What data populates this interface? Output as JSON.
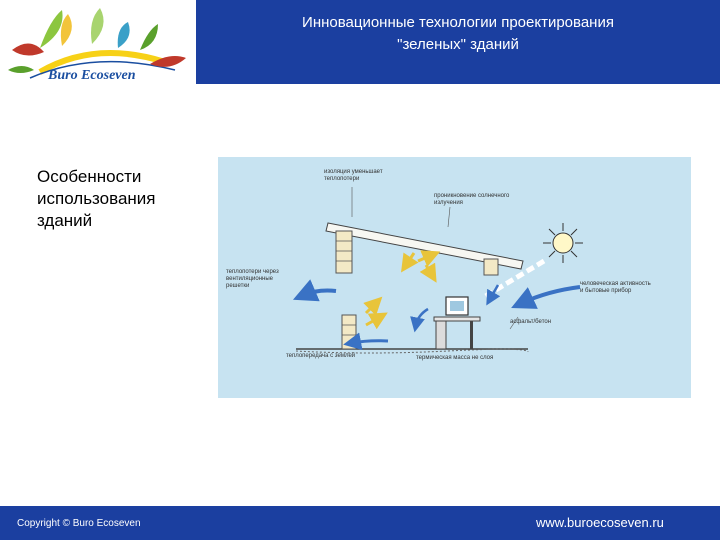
{
  "header": {
    "title_line1": "Инновационные технологии проектирования",
    "title_line2": "\"зеленых\" зданий"
  },
  "logo": {
    "text": "Buro Ecoseven",
    "leaf_colors": [
      "#8cc63f",
      "#f2c43a",
      "#3aa0c8",
      "#c0392b",
      "#5aa02c"
    ],
    "sun_color": "#f7d117",
    "arc_color": "#1a4ea0"
  },
  "content": {
    "heading_lines": [
      "Особенности",
      "использования",
      "зданий"
    ]
  },
  "diagram": {
    "labels": {
      "insulation": [
        "изоляция уменьшает",
        "теплопотери"
      ],
      "solar": [
        "проникновение солнечного",
        "излучения"
      ],
      "vents": [
        "теплопотери через",
        "вентиляционные",
        "решетки"
      ],
      "human": [
        "человеческая активность",
        "и бытовые прибор"
      ],
      "asphalt": "асфальт/бетон",
      "ground": "теплопередача с землей",
      "mass": "термическая масса не слоя"
    },
    "colors": {
      "background": "#c7e3f1",
      "arrow_blue": "#3a72c4",
      "arrow_yellow": "#e8c43a",
      "sun": "#fff8c8"
    }
  },
  "footer": {
    "copyright": "Copyright © Buro Ecoseven",
    "website": "www.buroecoseven.ru"
  }
}
